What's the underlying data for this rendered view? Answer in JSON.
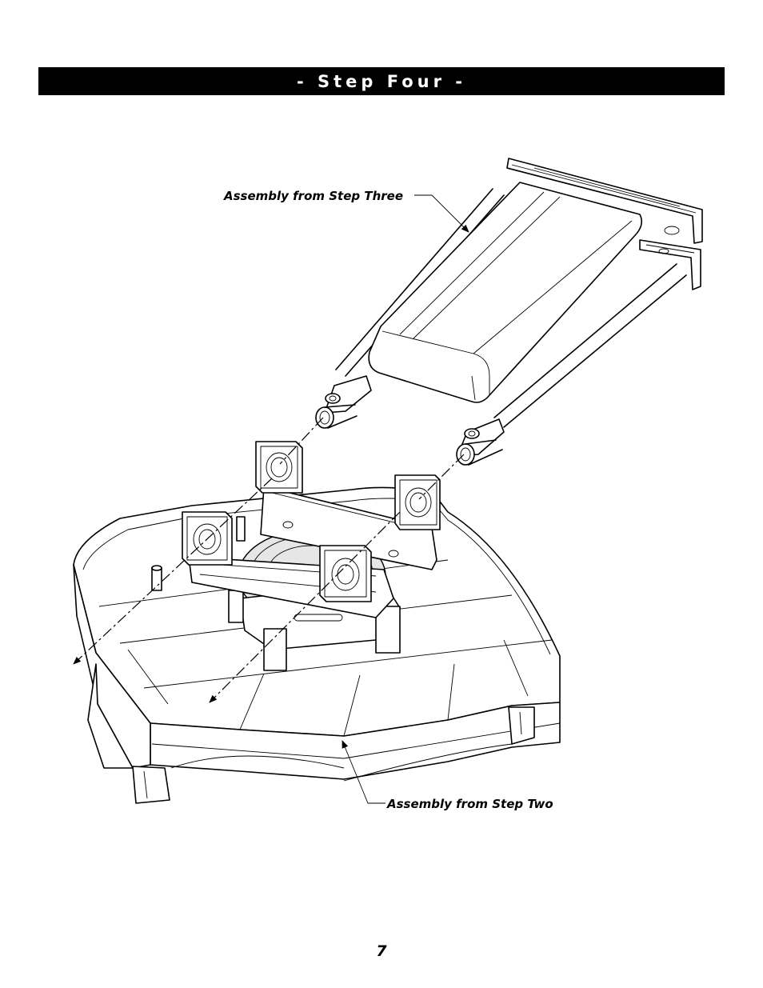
{
  "header": {
    "title": "- Step Four -"
  },
  "callouts": {
    "top": "Assembly from Step Three",
    "bottom": "Assembly from Step Two"
  },
  "footer": {
    "page_number": "7"
  },
  "colors": {
    "banner_background": "#000000",
    "banner_text": "#ffffff",
    "ink": "#000000"
  }
}
